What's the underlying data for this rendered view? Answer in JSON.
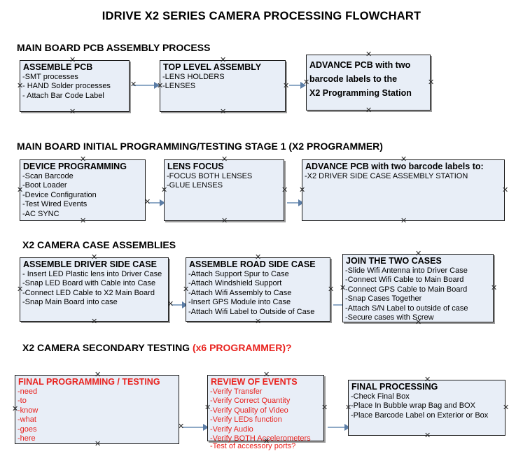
{
  "document": {
    "title": "IDRIVE X2  SERIES CAMERA PROCESSING FLOWCHART"
  },
  "colors": {
    "box_fill": "#e8eef7",
    "box_border": "#1a1a1a",
    "box_shadow": "#9a9a9a",
    "connector": "#8ea9c6",
    "arrowhead": "#5b7da6",
    "accent_red": "#e8221e",
    "text": "#000000",
    "page_background": "#ffffff"
  },
  "sections": [
    {
      "heading": "MAIN BOARD PCB ASSEMBLY PROCESS",
      "heading_accent": "",
      "boxes": [
        {
          "title": "ASSEMBLE PCB",
          "lines": [
            "-SMT processes",
            "- HAND Solder processes",
            "- Attach Bar Code Label"
          ]
        },
        {
          "title": "TOP LEVEL ASSEMBLY",
          "lines": [
            "-LENS HOLDERS",
            "-LENSES"
          ]
        },
        {
          "title": "ADVANCE PCB with two\nbarcode labels to the\n X2 Programming Station",
          "lines": []
        }
      ]
    },
    {
      "heading": "MAIN BOARD INITIAL PROGRAMMING/TESTING STAGE 1 (X2 PROGRAMMER)",
      "heading_accent": "",
      "boxes": [
        {
          "title": "DEVICE PROGRAMMING",
          "lines": [
            "-Scan Barcode",
            "-Boot Loader",
            "-Device Configuration",
            "-Test Wired Events",
            "-AC SYNC"
          ]
        },
        {
          "title": "LENS FOCUS",
          "lines": [
            "-FOCUS BOTH LENSES",
            "-GLUE LENSES"
          ]
        },
        {
          "title": "ADVANCE PCB with two barcode labels to:",
          "lines": [
            "-X2 DRIVER  SIDE  CASE  ASSEMBLY STATION"
          ]
        }
      ]
    },
    {
      "heading": "X2 CAMERA CASE ASSEMBLIES",
      "heading_accent": "",
      "boxes": [
        {
          "title": "ASSEMBLE DRIVER SIDE CASE",
          "lines": [
            "- Insert LED Plastic lens into Driver Case",
            "-Snap LED Board with Cable into Case",
            "-Connect LED Cable to X2 Main Board",
            "-Snap Main Board into case"
          ]
        },
        {
          "title": "ASSEMBLE ROAD SIDE CASE",
          "lines": [
            "-Attach Support Spur to Case",
            "-Attach Windshield Support",
            "-Attach Wifi Assembly to Case",
            "-Insert GPS Module into Case",
            "-Attach Wifi Label to Outside of Case"
          ]
        },
        {
          "title": "JOIN THE TWO CASES",
          "lines": [
            "-Slide Wifi Antenna into Driver Case",
            "-Connect Wifi Cable to Main Board",
            "-Connect GPS Cable to Main Board",
            "-Snap Cases Together",
            "-Attach S/N Label to outside of case",
            "-Secure cases with Screw"
          ]
        }
      ]
    },
    {
      "heading": "X2 CAMERA SECONDARY TESTING ",
      "heading_accent": "(x6 PROGRAMMER)?",
      "boxes": [
        {
          "title": "FINAL PROGRAMMING / TESTING",
          "lines": [
            "-need",
            "-to",
            "-know",
            "-what",
            "-goes",
            "-here"
          ]
        },
        {
          "title": "REVIEW OF EVENTS",
          "lines": [
            "-Verify Transfer",
            "-Verify Correct Quantity",
            "-Verify Quality of Video",
            "-Verify LEDs function",
            "-Verify Audio",
            "-Verify BOTH Accelerometers"
          ],
          "overflow_line": "-Test of accessory ports?"
        },
        {
          "title": "FINAL PROCESSING",
          "lines": [
            "-Check Final Box",
            "-Place In Bubble wrap Bag and BOX",
            "-Place Barcode Label on Exterior or Box"
          ]
        }
      ]
    }
  ]
}
